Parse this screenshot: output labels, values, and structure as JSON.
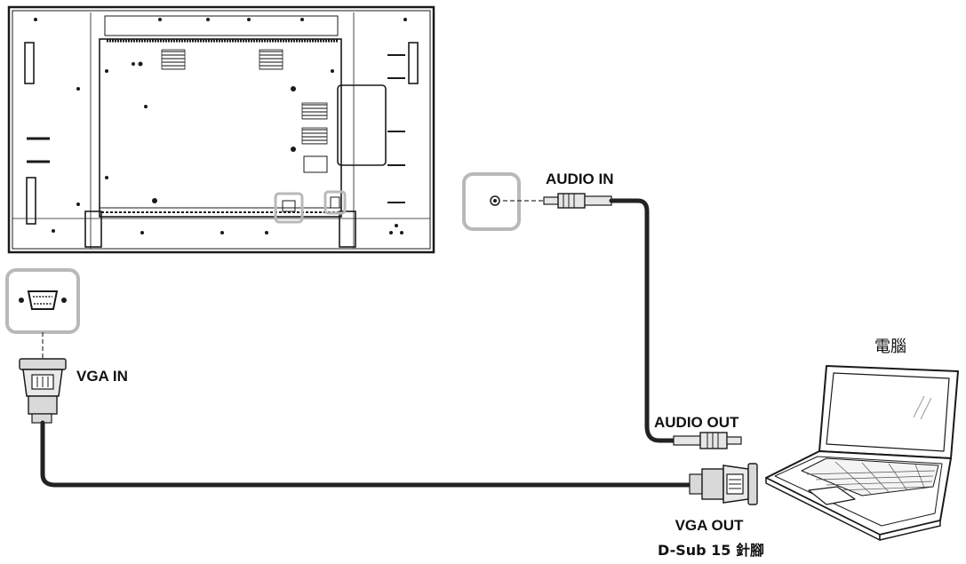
{
  "labels": {
    "audio_in": "AUDIO IN",
    "vga_in": "VGA IN",
    "audio_out": "AUDIO OUT",
    "computer": "電腦",
    "vga_out": "VGA OUT",
    "dsub": "D-Sub 15 針腳"
  },
  "colors": {
    "line": "#1a1a1a",
    "highlight": "#b9b9b9",
    "panel_fill": "#ffffff",
    "cable": "#222222",
    "connector_fill": "#d9d9d9"
  },
  "icons": [
    "display-rear-panel",
    "audio-jack-port-icon",
    "vga-port-icon",
    "audio-plug-icon",
    "vga-connector-icon",
    "laptop-icon"
  ]
}
